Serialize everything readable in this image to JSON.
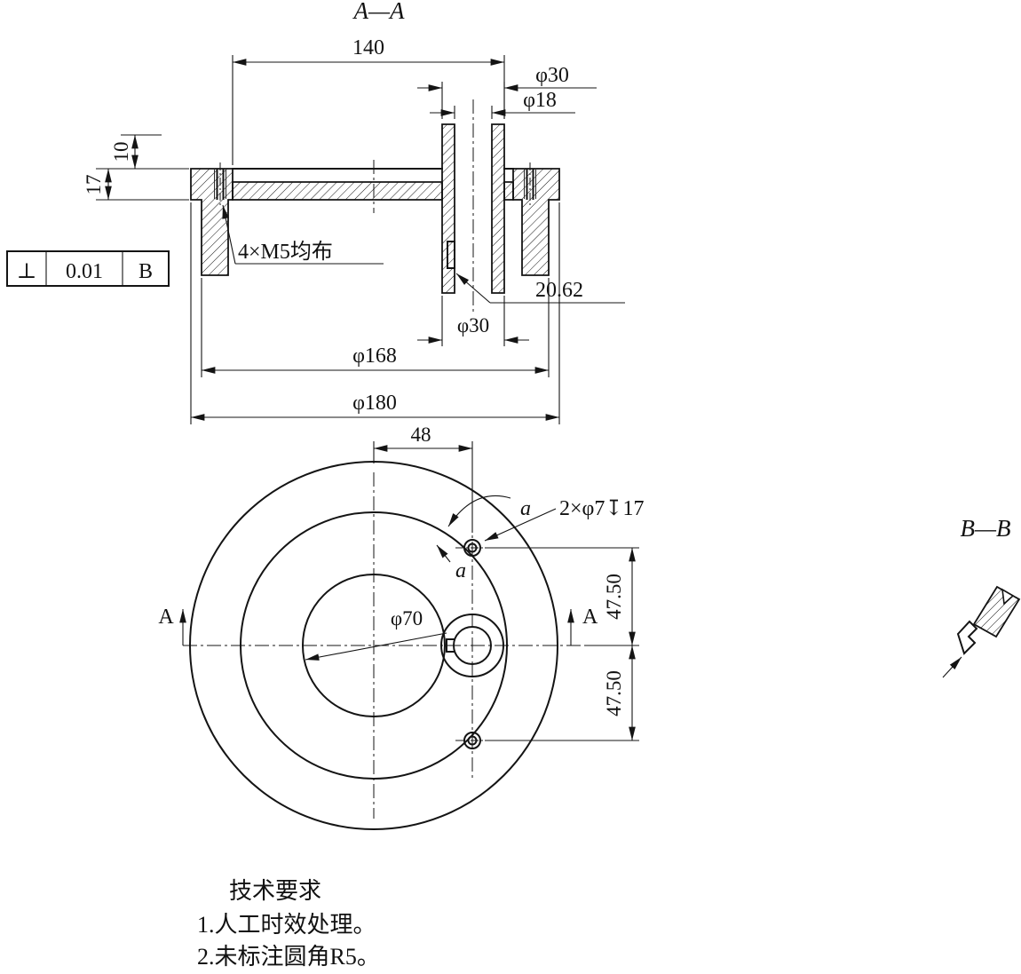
{
  "views": {
    "section_aa": {
      "title": "A—A"
    },
    "section_bb": {
      "title": "B—B"
    }
  },
  "dimensions": {
    "len_140": "140",
    "dia_30_top": "φ30",
    "dia_18": "φ18",
    "h_10": "10",
    "h_17": "17",
    "thread_note": "4×M5均布",
    "keyway_20_62": "20.62",
    "dia_30_bottom": "φ30",
    "dia_168": "φ168",
    "dia_180": "φ180",
    "offset_48": "48",
    "hole_note": "2×φ7↧17",
    "dia_70": "φ70",
    "off_47_50_upper": "47.50",
    "off_47_50_lower": "47.50"
  },
  "section_labels": {
    "a_left": "A",
    "a_right": "A",
    "a_small_1": "a",
    "a_small_2": "a"
  },
  "gdt_frame": {
    "symbol": "⊥",
    "tolerance": "0.01",
    "datum": "B"
  },
  "tech_requirements": {
    "title": "技术要求",
    "items": [
      "1.人工时效处理。",
      "2.未标注圆角R5。"
    ]
  }
}
